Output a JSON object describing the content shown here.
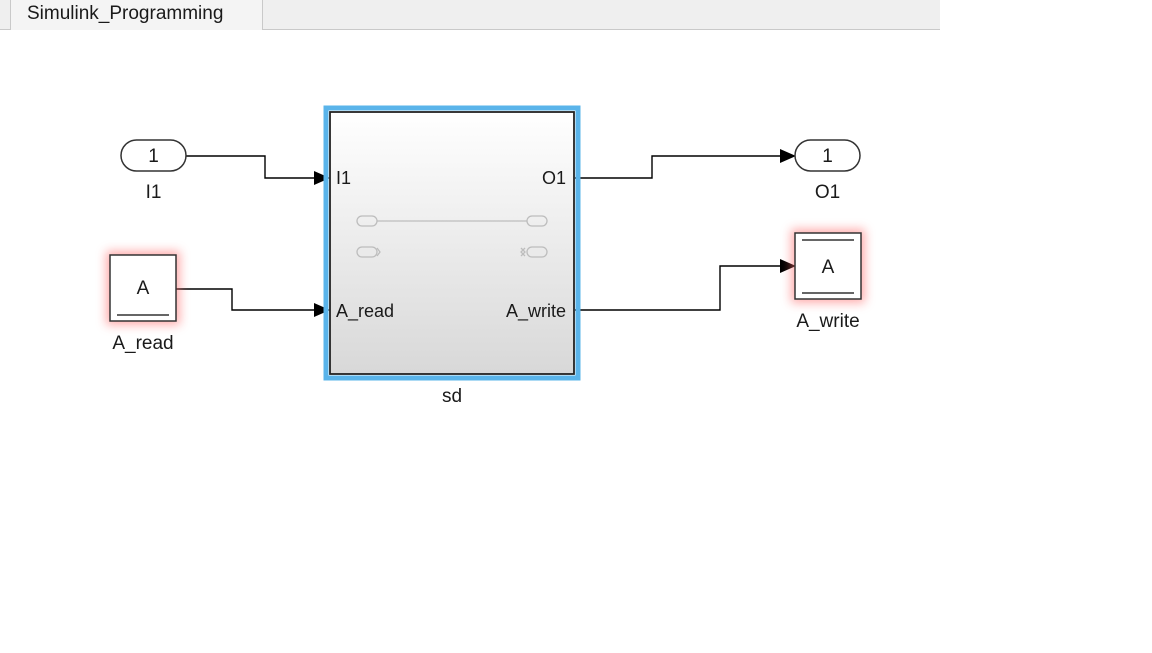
{
  "tab": {
    "title": "Simulink_Programming"
  },
  "blocks": {
    "inport": {
      "number": "1",
      "name": "I1"
    },
    "outport": {
      "number": "1",
      "name": "O1"
    },
    "read_block": {
      "icon_text": "A",
      "name": "A_read"
    },
    "write_block": {
      "icon_text": "A",
      "name": "A_write"
    },
    "subsystem": {
      "name": "sd",
      "ports": {
        "in1": "I1",
        "in2": "A_read",
        "out1": "O1",
        "out2": "A_write"
      }
    }
  },
  "colors": {
    "selection": "#5ab4ea",
    "highlight": "#ff4d4d",
    "line": "#000000"
  }
}
